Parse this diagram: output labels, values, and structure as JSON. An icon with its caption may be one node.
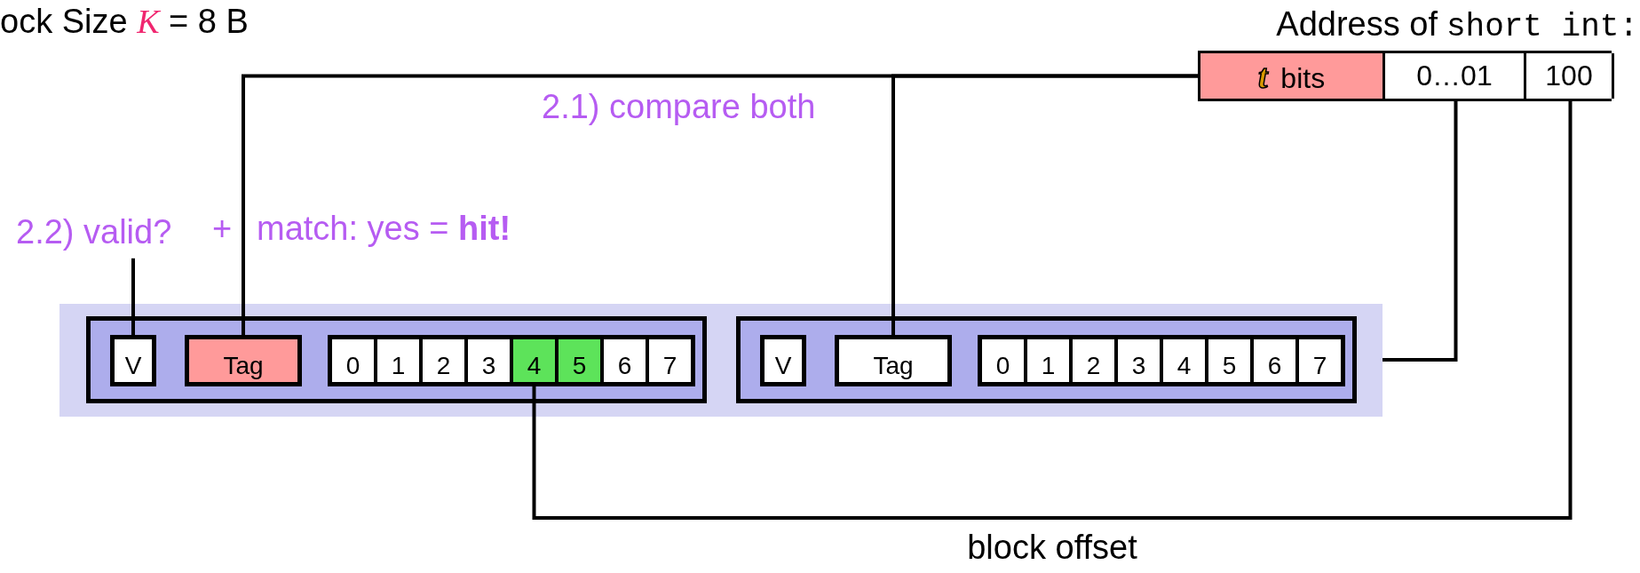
{
  "diagram": {
    "title": "ock Size *K* = 8 B",
    "nodes": [
      {
        "text": [
          "Address of",
          "short int:"
        ]
      },
      {
        "text": [
          "*t* bits"
        ],
        "in": 0
      },
      {
        "text": [
          "0…01"
        ],
        "in": 0
      },
      {
        "text": [
          "100"
        ],
        "in": 0
      },
      {
        "text": [
          "2.2) valid?"
        ]
      },
      {
        "text": [],
        "shape": "box"
      },
      {
        "text": [],
        "shape": "box",
        "in": 5
      },
      {
        "text": [
          "V"
        ],
        "in": 6
      },
      {
        "text": [
          "Tag"
        ],
        "in": 6
      },
      {
        "text": [],
        "shape": "box",
        "in": 6
      },
      {
        "text": [
          "0"
        ],
        "in": 9
      },
      {
        "text": [
          "1"
        ],
        "in": 9
      },
      {
        "text": [
          "2"
        ],
        "in": 9
      },
      {
        "text": [
          "3"
        ],
        "in": 9
      },
      {
        "text": [
          "4"
        ],
        "in": 9
      },
      {
        "text": [
          "5"
        ],
        "in": 9
      },
      {
        "text": [
          "6"
        ],
        "in": 9
      },
      {
        "text": [
          "7"
        ],
        "in": 9
      },
      {
        "text": [],
        "shape": "box",
        "in": 5
      },
      {
        "text": [
          "V"
        ],
        "in": 18
      },
      {
        "text": [
          "Tag"
        ],
        "in": 18
      },
      {
        "text": [],
        "shape": "box",
        "in": 18
      },
      {
        "text": [
          "0"
        ],
        "in": 21
      },
      {
        "text": [
          "1"
        ],
        "in": 21
      },
      {
        "text": [
          "2"
        ],
        "in": 21
      },
      {
        "text": [
          "3"
        ],
        "in": 21
      },
      {
        "text": [
          "4"
        ],
        "in": 21
      },
      {
        "text": [
          "5"
        ],
        "in": 21
      },
      {
        "text": [
          "6"
        ],
        "in": 21
      },
      {
        "text": [
          "7"
        ],
        "in": 21
      }
    ],
    "edges": [
      {
        "from": 1,
        "to": 8,
        "arrow": "none"
      },
      {
        "from": 1,
        "to": 20,
        "arrow": "none"
      },
      {
        "from": 2,
        "to": 5,
        "arrow": "none"
      },
      {
        "from": 3,
        "to": 14,
        "arrow": "none",
        "label": "block offset"
      },
      {
        "from": 7,
        "to": 4,
        "arrow": "none"
      }
    ],
    "labels": [
      "2.1) compare both",
      "+",
      "match: yes = **hit!**"
    ]
  }
}
